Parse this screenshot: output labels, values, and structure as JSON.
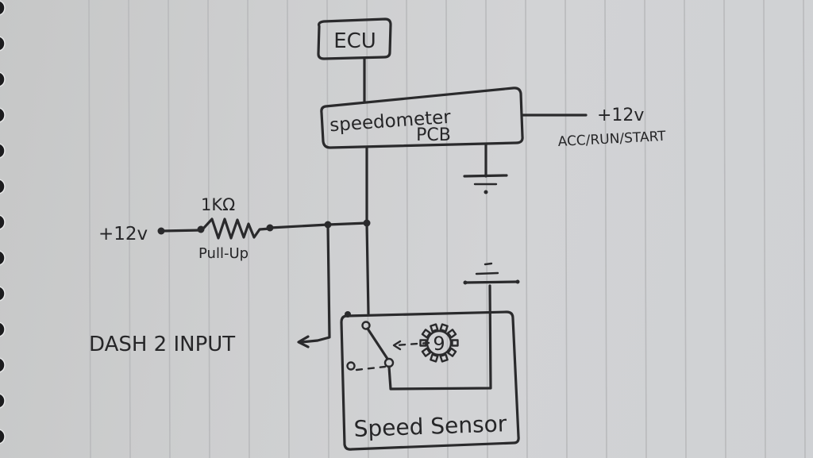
{
  "diagram": {
    "type": "hand-drawn wiring schematic on lined notebook paper",
    "ink_color": "#2a2a2c",
    "paper_color": "#cdcecf",
    "nodes": {
      "ecu": {
        "label": "ECU"
      },
      "speedometer_pcb": {
        "label_line1": "speedometer",
        "label_line2": "PCB"
      },
      "ignition_supply": {
        "voltage": "+12v",
        "label": "ACC/RUN/START"
      },
      "pcb_ground": {
        "symbol": "ground"
      },
      "pullup_supply": {
        "voltage": "+12v"
      },
      "resistor": {
        "value": "1KΩ",
        "label": "Pull-Up"
      },
      "dash_input": {
        "label": "DASH 2 INPUT"
      },
      "sensor_ground": {
        "symbol": "ground"
      },
      "speed_sensor": {
        "label": "Speed Sensor",
        "contents": [
          "switch",
          "toothed-wheel"
        ]
      },
      "toothed_wheel": {
        "glyph": "9"
      }
    },
    "connections": [
      {
        "from": "ecu",
        "to": "speedometer_pcb"
      },
      {
        "from": "ignition_supply",
        "to": "speedometer_pcb"
      },
      {
        "from": "speedometer_pcb",
        "to": "pcb_ground"
      },
      {
        "from": "pullup_supply",
        "to": "resistor"
      },
      {
        "from": "resistor",
        "to": "signal_line"
      },
      {
        "from": "signal_line",
        "to": "dash_input"
      },
      {
        "from": "speedometer_pcb",
        "to": "speed_sensor"
      },
      {
        "from": "speed_sensor",
        "to": "sensor_ground"
      }
    ]
  }
}
